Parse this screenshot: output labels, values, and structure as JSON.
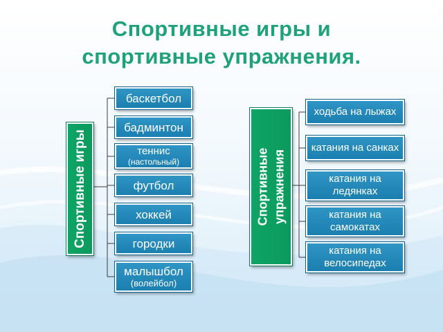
{
  "title": {
    "line1": "Спортивные игры и",
    "line2": "спортивные упражнения."
  },
  "left_group": {
    "label": "Спортивные игры",
    "items": [
      {
        "main": "баскетбол",
        "sub": ""
      },
      {
        "main": "бадминтон",
        "sub": ""
      },
      {
        "main": "теннис",
        "sub": "(настольный)"
      },
      {
        "main": "футбол",
        "sub": ""
      },
      {
        "main": "хоккей",
        "sub": ""
      },
      {
        "main": "городки",
        "sub": ""
      },
      {
        "main": "малышбол",
        "sub": "(волейбол)"
      }
    ]
  },
  "right_group": {
    "label_line1": "Спортивные",
    "label_line2": "упражнения",
    "items": [
      {
        "line1": "ходьба на лыжах",
        "line2": ""
      },
      {
        "line1": "катания на санках",
        "line2": ""
      },
      {
        "line1": "катания на",
        "line2": "ледянках"
      },
      {
        "line1": "катания на",
        "line2": "самокатах"
      },
      {
        "line1": "катания на",
        "line2": "велосипедах"
      }
    ]
  },
  "colors": {
    "title": "#1fa27a",
    "category_box": "#0fa466",
    "item_box": "#2580b4",
    "connector": "#3a3a3a"
  }
}
